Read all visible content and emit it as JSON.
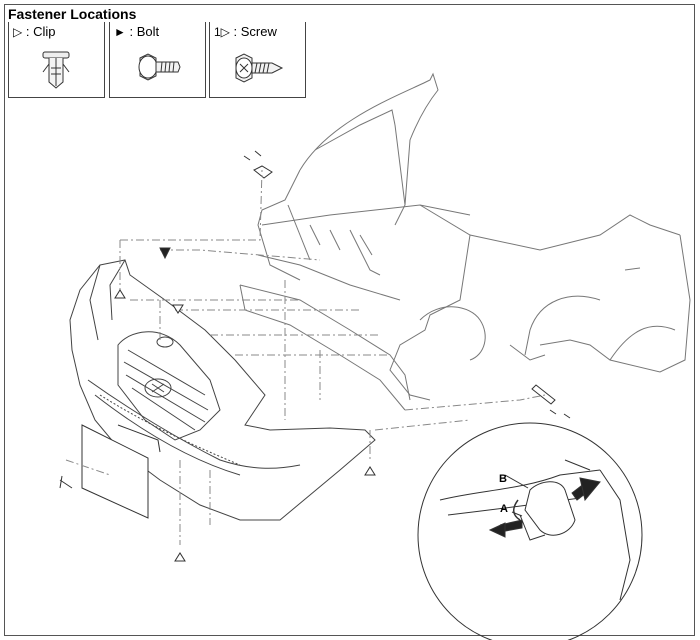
{
  "title": "Fastener Locations",
  "legend": [
    {
      "symbol": "▷",
      "label": ": Clip",
      "icon": "clip-icon"
    },
    {
      "symbol": "►",
      "label": ": Bolt",
      "icon": "bolt-icon"
    },
    {
      "symbol": "1▷",
      "label": ": Screw",
      "icon": "screw-icon"
    }
  ],
  "callouts": {
    "b": "B",
    "a": "A"
  }
}
